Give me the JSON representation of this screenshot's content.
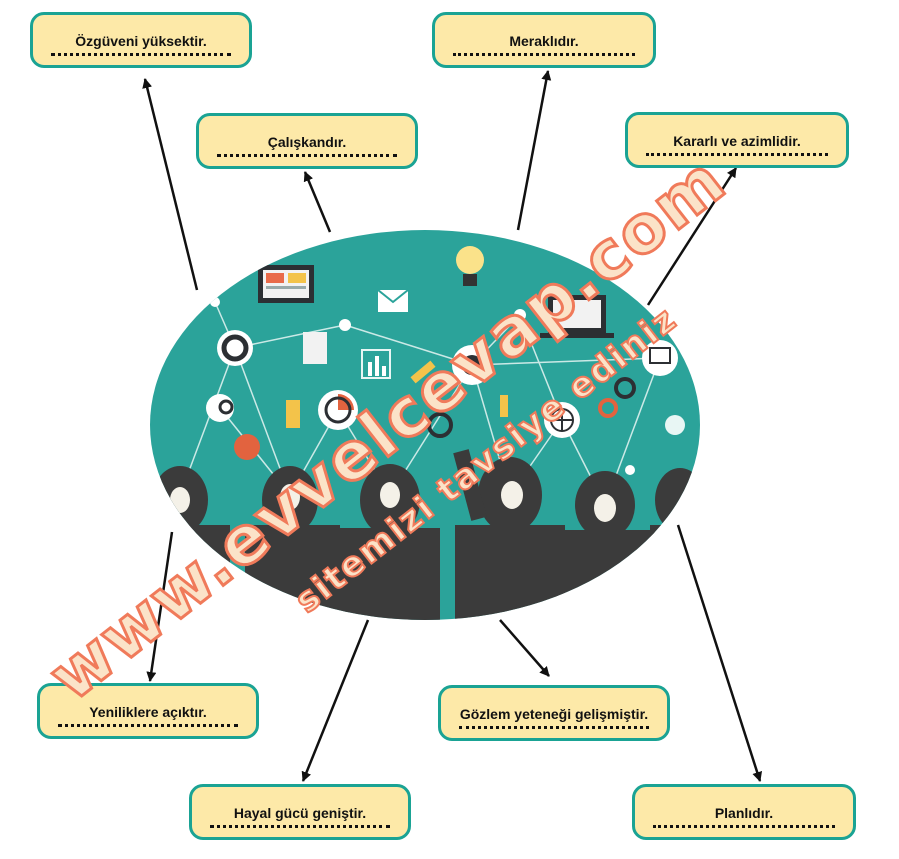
{
  "boxes": {
    "b1": "Özgüveni yüksektir.",
    "b2": "Çalışkandır.",
    "b3": "Meraklıdır.",
    "b4": "Kararlı ve azimlidir.",
    "b5": "Yeniliklere açıktır.",
    "b6": "Hayal gücü geniştir.",
    "b7": "Gözlem yeteneği gelişmiştir.",
    "b8": "Planlıdır."
  },
  "watermark": {
    "main": "www.evvelcevap.com",
    "sub": "sitemizi tavsiye ediniz"
  },
  "colors": {
    "box_fill": "#fde9a8",
    "box_border": "#1aa394",
    "center_bg": "#2ba39a",
    "watermark_stroke": "#f07a5a"
  }
}
